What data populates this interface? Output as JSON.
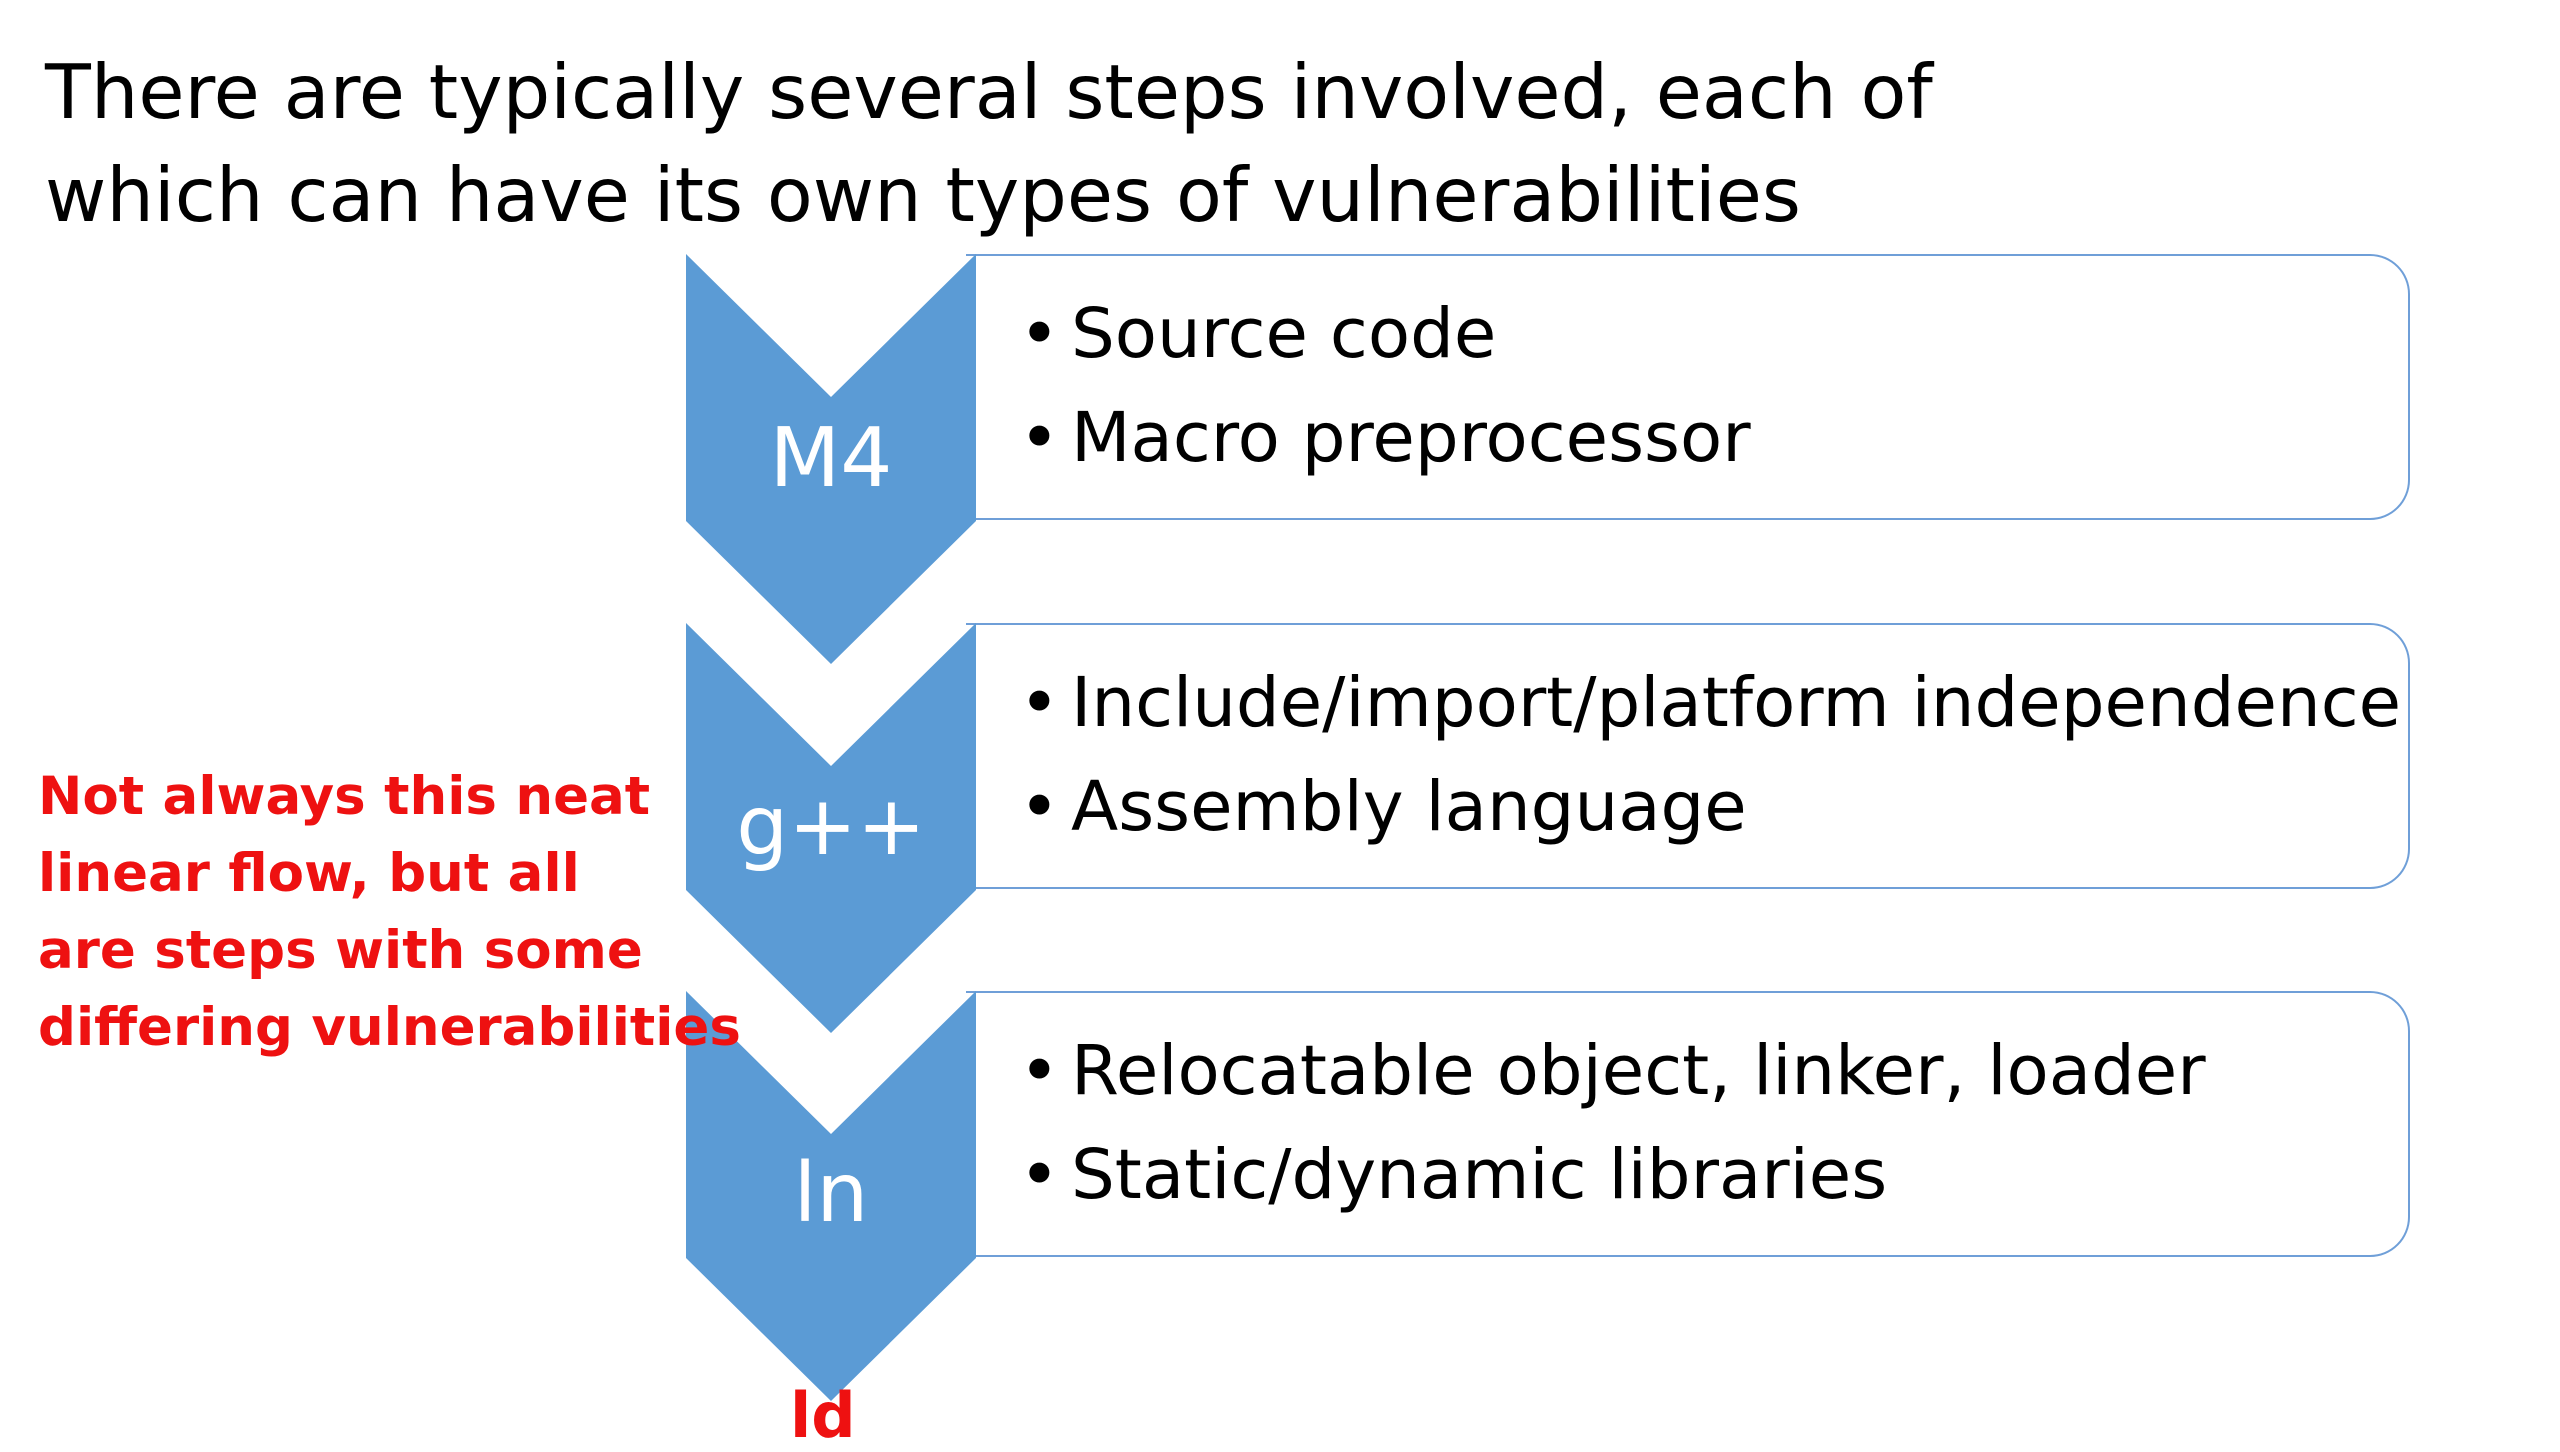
{
  "heading": {
    "line1": "There are typically several steps involved, each of",
    "line2": "which can have its own types of vulnerabilities"
  },
  "steps": [
    {
      "label": "M4",
      "bullets": [
        "Source code",
        "Macro preprocessor"
      ]
    },
    {
      "label": "g++",
      "bullets": [
        "Include/import/platform independence",
        "Assembly language"
      ]
    },
    {
      "label": "ln",
      "bullets": [
        "Relocatable object, linker, loader",
        "Static/dynamic libraries"
      ]
    }
  ],
  "side_note": {
    "lines": [
      "Not always this neat",
      "linear flow, but all",
      "are steps with some",
      "differing vulnerabilities"
    ]
  },
  "output_label": "ld",
  "colors": {
    "chevron_fill": "#5b9bd5",
    "box_border": "#6f9fd8",
    "note_text": "#ee1111"
  }
}
